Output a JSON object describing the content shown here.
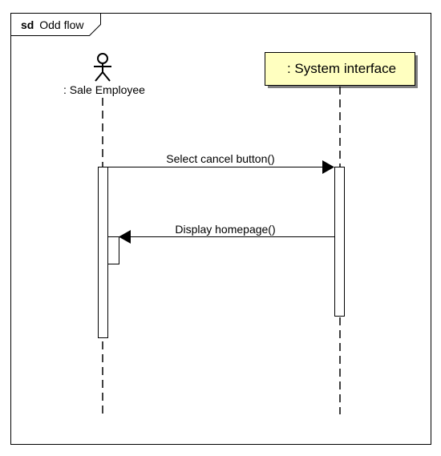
{
  "frame": {
    "keyword": "sd",
    "name": "Odd flow"
  },
  "lifelines": {
    "actor": {
      "label": ": Sale Employee",
      "icon": "actor-stick-figure-icon"
    },
    "system": {
      "label": ": System interface",
      "fill": "#ffffc0"
    }
  },
  "messages": [
    {
      "label": "Select cancel button()",
      "kind": "call"
    },
    {
      "label": "Display homepage()",
      "kind": "call"
    }
  ],
  "colors": {
    "line": "#000000",
    "background": "#ffffff",
    "lifeline_head_fill": "#ffffc0"
  }
}
